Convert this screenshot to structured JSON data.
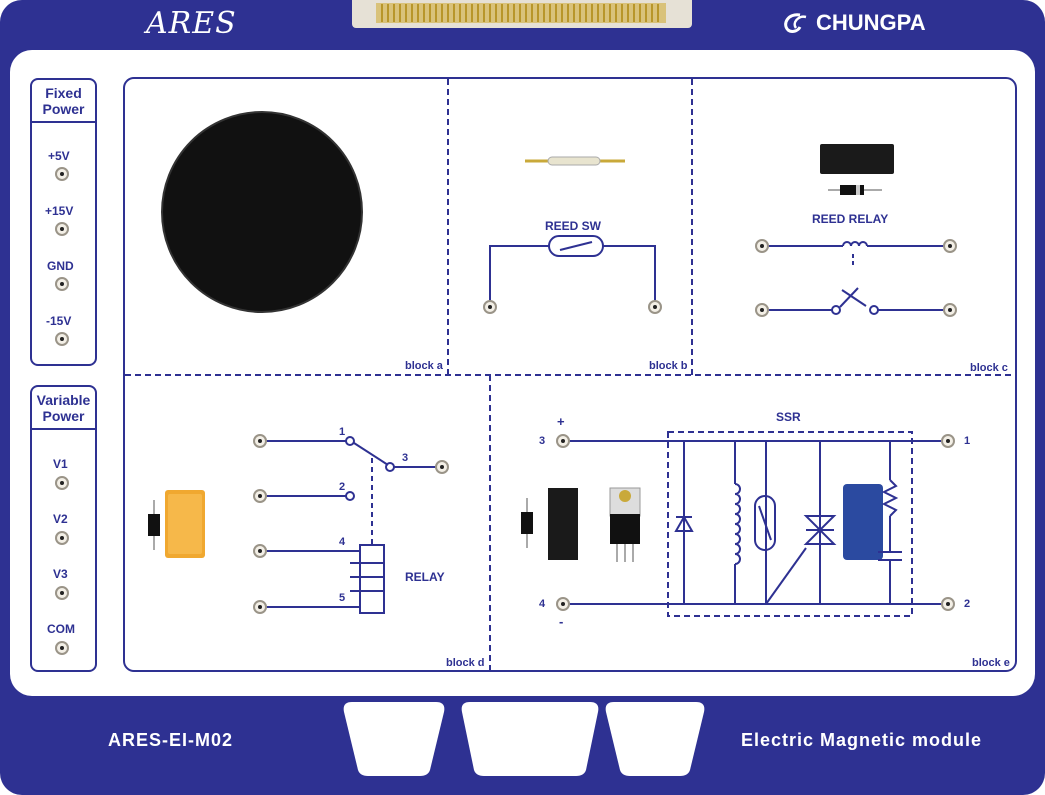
{
  "header": {
    "brand_left": "ARES",
    "brand_right": "CHUNGPA"
  },
  "footer": {
    "model": "ARES-EI-M02",
    "module_name": "Electric Magnetic module"
  },
  "fixed_power": {
    "title_line1": "Fixed",
    "title_line2": "Power",
    "labels": [
      "+5V",
      "+15V",
      "GND",
      "-15V"
    ]
  },
  "variable_power": {
    "title_line1": "Variable",
    "title_line2": "Power",
    "labels": [
      "V1",
      "V2",
      "V3",
      "COM"
    ]
  },
  "blocks": {
    "a": {
      "label": "block a"
    },
    "b": {
      "label": "block b",
      "component": "REED SW"
    },
    "c": {
      "label": "block c",
      "component": "REED RELAY"
    },
    "d": {
      "label": "block d",
      "component": "RELAY",
      "pins": [
        "1",
        "2",
        "3",
        "4",
        "5"
      ]
    },
    "e": {
      "label": "block e",
      "component": "SSR",
      "pins": [
        "3",
        "4",
        "1",
        "2"
      ],
      "plus": "+",
      "minus": "-"
    }
  },
  "colors": {
    "board": "#2e3192",
    "panel": "#ffffff",
    "connector": "#e6e1d6"
  }
}
